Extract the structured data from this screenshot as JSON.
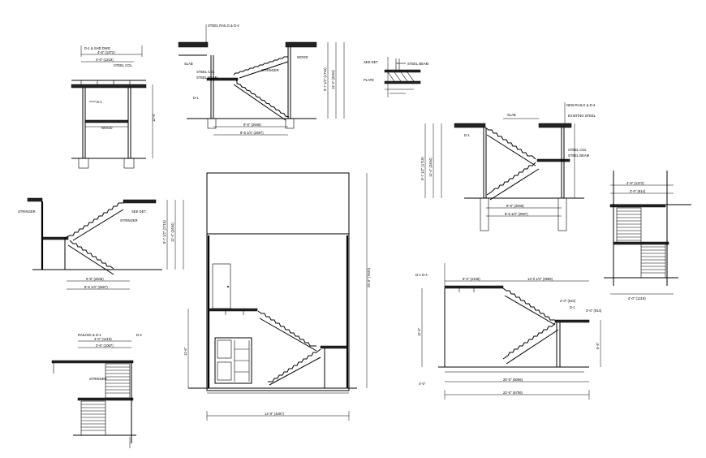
{
  "detail_A": {
    "label_top": "D-1 & SHD DWG",
    "dim_top_1": "4'-6\" (1372)",
    "dim_top_2": "4'-0\" (1219)",
    "note_1": "STEEL COL",
    "note_2": "D-1",
    "note_3": "WOOD",
    "dim_side": "11'-6\""
  },
  "detail_B": {
    "label_top": "STEEL RAILG & D-4",
    "note_slab": "SLAB",
    "note_stringer": "STRINGER",
    "note_col": "STEEL COL",
    "note_beam": "STEEL BEAM",
    "note_d1": "D-1",
    "note_wood": "WOOD",
    "dim_bot_1": "9'-8\" (2946)",
    "dim_bot_2": "8'-6 1/4\" (2597)",
    "dim_side_1": "5'-7 1/2\" (1715)",
    "dim_side_2": "11'-4\" (3454)"
  },
  "detail_C": {
    "note_1": "SEE DET",
    "note_2": "STEEL BEAM",
    "note_3": "PLATE"
  },
  "detail_D": {
    "note_left": "STRINGER",
    "note_right": "SEE DET.",
    "note_mid": "STRINGER",
    "dim_bot_1": "9'-8\" (2946)",
    "dim_bot_2": "8'-6 1/4\" (2597)",
    "dim_side_1": "5'-7 1/2\" (1715)",
    "dim_side_2": "11'-4\" (3454)"
  },
  "detail_E": {
    "label_top": "NEW RAILG & D-4",
    "note_slab": "SLAB",
    "note_existing": "EXISTING STEEL",
    "note_d1": "D-1",
    "note_col": "STEEL COL",
    "note_beam": "STEEL BEAM",
    "dim_bot_1": "9'-8\" (2946)",
    "dim_bot_2": "8'-6 1/4\" (2597)",
    "dim_side_1": "5'-7 1/2\" (1715)",
    "dim_side_2": "11'-4\" (3454)"
  },
  "detail_F": {
    "dim_top_1": "4'-6\" (1372)",
    "dim_top_2": "3'-0\" (914)",
    "dim_bot": "4'-0\" (1219)"
  },
  "detail_G": {
    "dim_side": "25'-0\" (7620)",
    "dim_bot": "14'-0\" (4267)",
    "dim_left": "11'-6\""
  },
  "detail_H": {
    "label_top": "RAILING & D-1",
    "label_right": "D-4",
    "note": "STRINGER",
    "dim_1": "4'-0\" (1219)",
    "dim_2": "3'-6\" (1067)"
  },
  "detail_I": {
    "label_top": "D-1 D-4",
    "dim_top_1": "8'-0\" (2438)",
    "dim_top_2": "13'-0 1/4\" (3969)",
    "dim_right_1": "2'-0\" (610)",
    "dim_right_2": "D-1",
    "dim_right_3": "3'-0\" (914)",
    "dim_side": "11'-6\"",
    "dim_side_2": "5'-6\"",
    "dim_bot_1": "4'-0\"",
    "dim_bot_2": "20'-0\" (6096)",
    "dim_bot_3": "22'-0\" (6706)"
  }
}
